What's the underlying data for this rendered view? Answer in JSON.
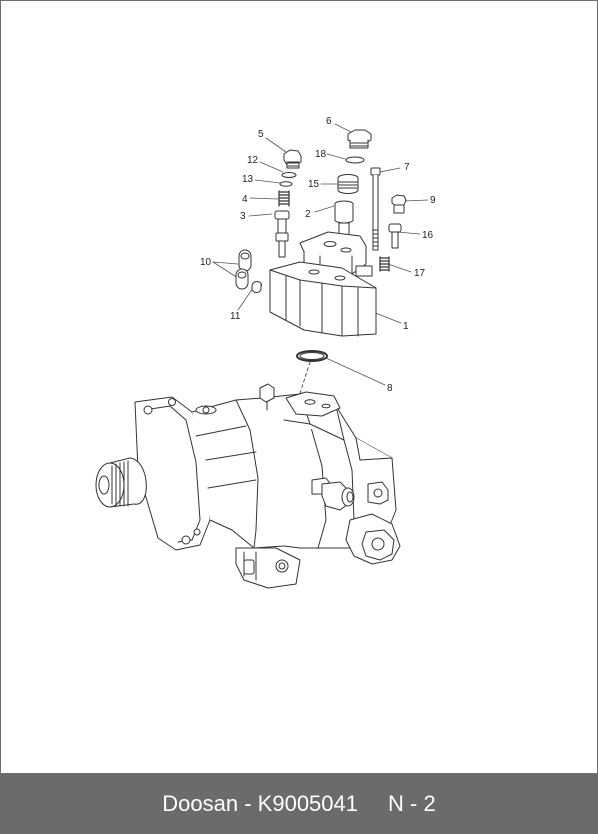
{
  "footer": {
    "label": "Doosan - K9005041",
    "ref": "N - 2"
  },
  "callouts": [
    {
      "n": "1"
    },
    {
      "n": "2"
    },
    {
      "n": "3"
    },
    {
      "n": "4"
    },
    {
      "n": "5"
    },
    {
      "n": "6"
    },
    {
      "n": "7"
    },
    {
      "n": "8"
    },
    {
      "n": "9"
    },
    {
      "n": "10"
    },
    {
      "n": "11"
    },
    {
      "n": "12"
    },
    {
      "n": "13"
    },
    {
      "n": "15"
    },
    {
      "n": "16"
    },
    {
      "n": "17"
    },
    {
      "n": "18"
    }
  ],
  "colors": {
    "line": "#333333",
    "footer_bg": "#6b6b6b",
    "footer_text": "#ffffff"
  }
}
